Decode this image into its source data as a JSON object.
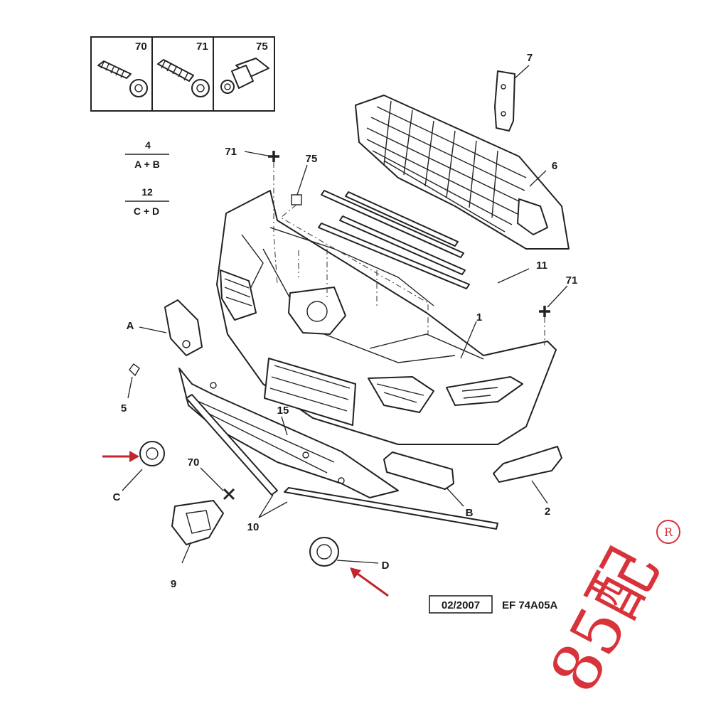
{
  "fasteners": [
    {
      "number": "70",
      "icon": "wood-screw-icon"
    },
    {
      "number": "71",
      "icon": "self-tapping-screw-icon"
    },
    {
      "number": "75",
      "icon": "push-clip-icon"
    }
  ],
  "kits": [
    {
      "number": "4",
      "contents": "A + B"
    },
    {
      "number": "12",
      "contents": "C + D"
    }
  ],
  "callouts": {
    "c1": "1",
    "c2": "2",
    "c5": "5",
    "c6": "6",
    "c7": "7",
    "c9": "9",
    "c10": "10",
    "c11": "11",
    "c15": "15",
    "c70": "70",
    "c71a": "71",
    "c71b": "71",
    "c75": "75",
    "cA": "A",
    "cB": "B",
    "cC": "C",
    "cD": "D"
  },
  "reference": {
    "date": "02/2007",
    "code": "EF 74A05A"
  },
  "watermark": {
    "text": "85配",
    "mark": "R"
  },
  "colors": {
    "line": "#222222",
    "arrow": "#c0262b",
    "watermark": "#d8323a"
  }
}
